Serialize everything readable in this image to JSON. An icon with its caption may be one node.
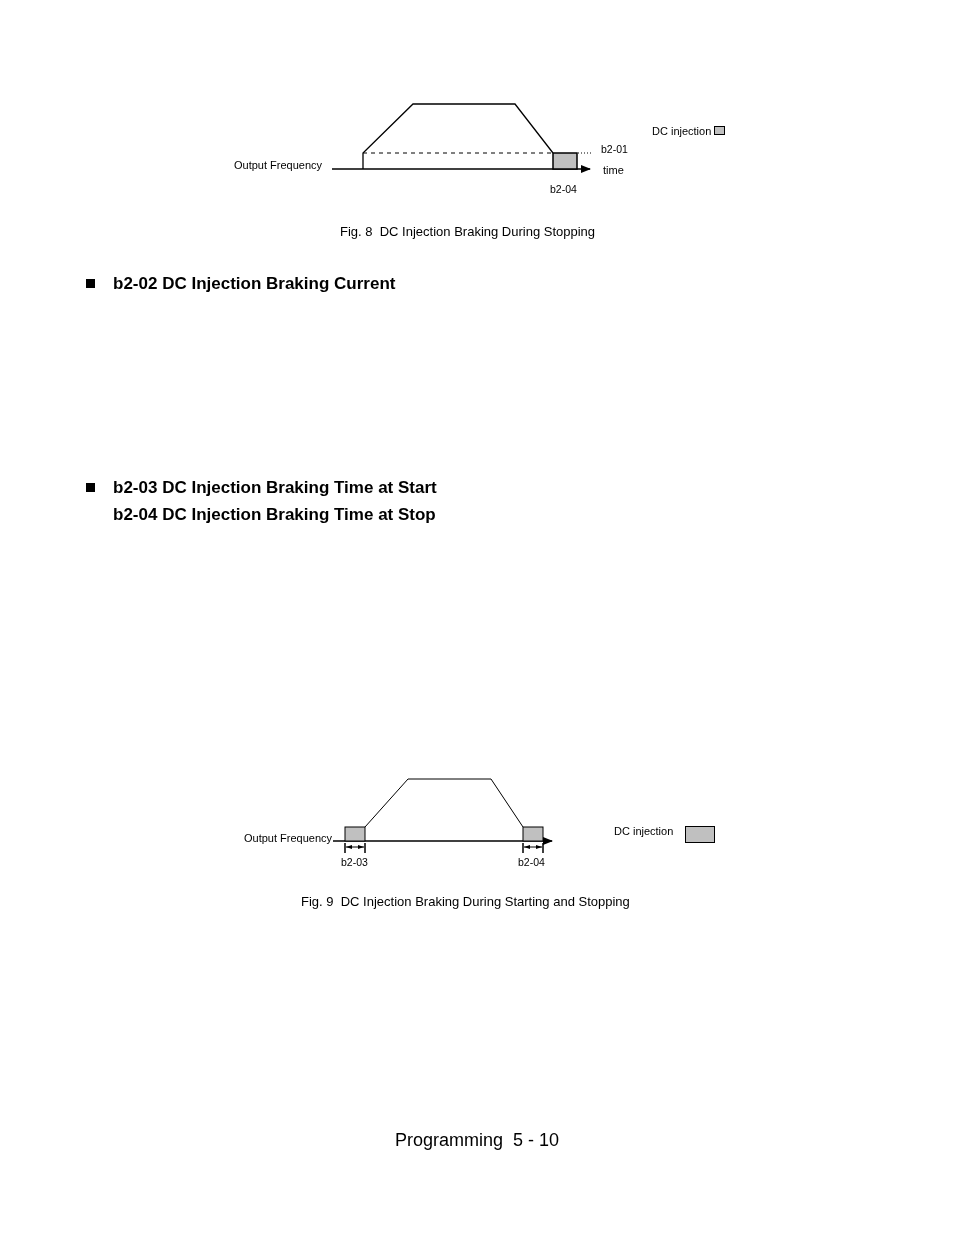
{
  "diagram": {
    "labels": [
      "b2-01",
      "Output Frequency",
      "time",
      "b2-04",
      "Fig. 8  DC Injection Braking During Stopping",
      "b2-02 DC Injection Braking Current",
      "b2-03 DC Injection Braking Time at Start",
      "b2-04 DC Injection Braking Time at Stop",
      "Output Frequency",
      "b2-03",
      "b2-04",
      "Fig. 9  DC Injection Braking During Starting and Stopping",
      "Programming  5 - 10"
    ],
    "legend": [
      {
        "text": "DC injection",
        "color": "#c0c0c0"
      },
      {
        "text": "DC injection",
        "color": "#c0c0c0"
      }
    ]
  }
}
